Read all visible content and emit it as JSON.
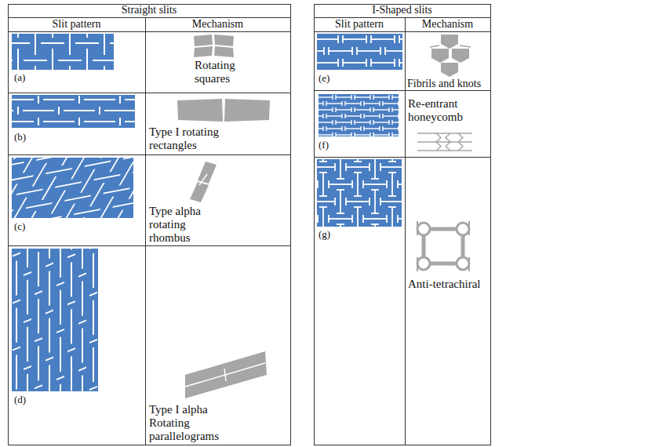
{
  "diagram": {
    "labels": [
      "Straight slits",
      "Slit pattern",
      "Mechanism",
      "(a)",
      "Rotating squares",
      "(b)",
      "Type I rotating rectangles",
      "(c)",
      "Type alpha rotating rhombus",
      "(d)",
      "Type I alpha Rotating parallelograms",
      "I-Shaped slits",
      "Slit pattern",
      "Mechanism",
      "(e)",
      "Fibrils and knots",
      "(f)",
      "Re-entrant honeycomb",
      "(g)",
      "Anti-tetrachiral"
    ]
  }
}
